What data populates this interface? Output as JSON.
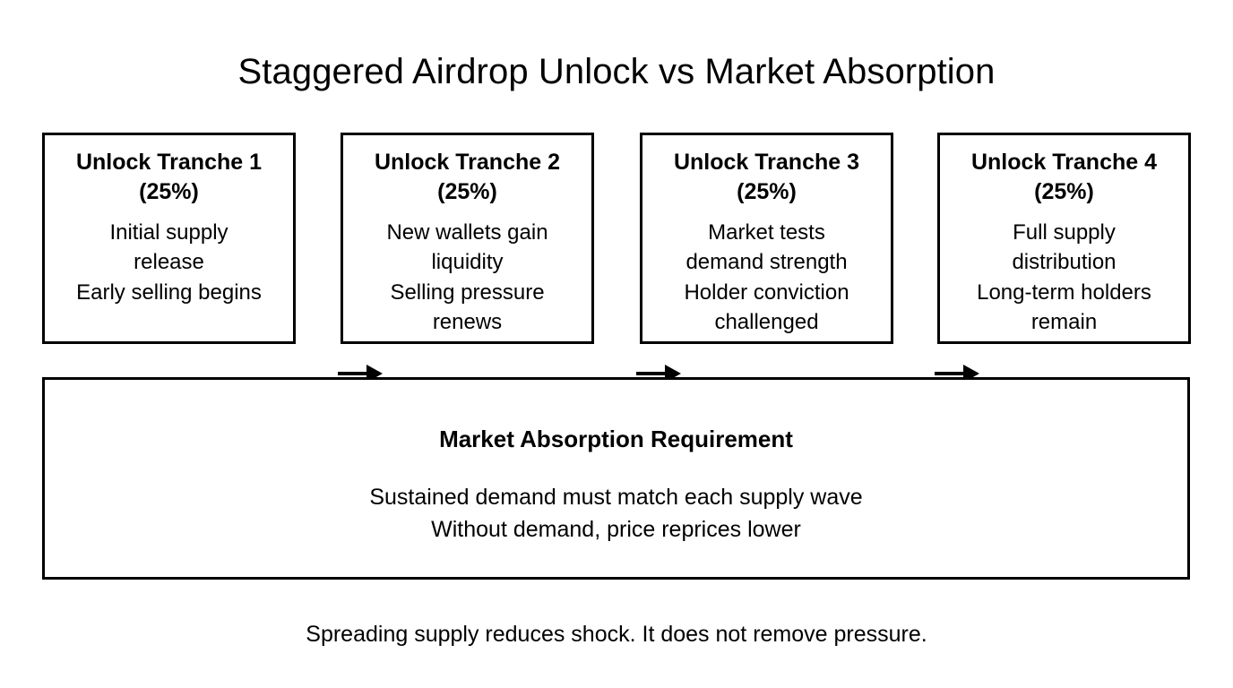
{
  "diagram": {
    "title": "Staggered Airdrop Unlock vs Market Absorption",
    "footer_note": "Spreading supply reduces shock. It does not remove pressure.",
    "colors": {
      "background": "#ffffff",
      "stroke": "#000000",
      "text": "#000000"
    },
    "tranches": [
      {
        "heading": "Unlock Tranche 1\n(25%)",
        "body": "Initial supply\nrelease\nEarly selling begins"
      },
      {
        "heading": "Unlock Tranche 2\n(25%)",
        "body": "New wallets gain\nliquidity\nSelling pressure\nrenews"
      },
      {
        "heading": "Unlock Tranche 3\n(25%)",
        "body": "Market tests\ndemand strength\nHolder conviction\nchallenged"
      },
      {
        "heading": "Unlock Tranche 4\n(25%)",
        "body": "Full supply\ndistribution\nLong-term holders\nremain"
      }
    ],
    "connectors": [
      {
        "from": "Unlock Tranche 1",
        "to": "Unlock Tranche 2",
        "style": "solid-arrow"
      },
      {
        "from": "Unlock Tranche 2",
        "to": "Unlock Tranche 3",
        "style": "solid-arrow"
      },
      {
        "from": "Unlock Tranche 3",
        "to": "Unlock Tranche 4",
        "style": "solid-arrow"
      }
    ],
    "absorption": {
      "title": "Market Absorption Requirement",
      "body": "Sustained demand must match each supply wave\nWithout demand, price reprices lower"
    }
  }
}
